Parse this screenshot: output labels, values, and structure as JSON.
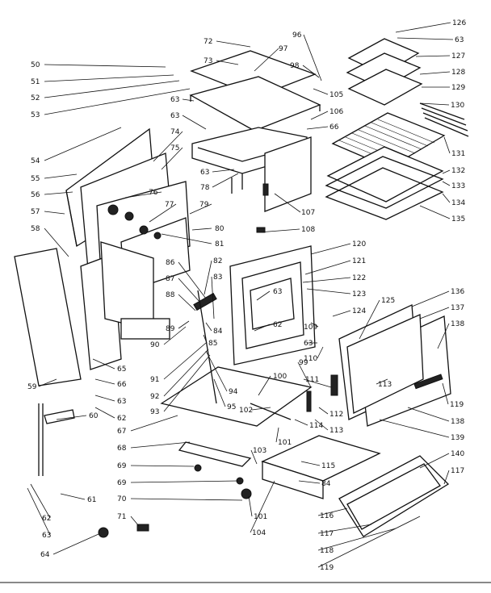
{
  "callouts": [
    {
      "id": "c50",
      "label": "50"
    },
    {
      "id": "c51",
      "label": "51"
    },
    {
      "id": "c52",
      "label": "52"
    },
    {
      "id": "c53",
      "label": "53"
    },
    {
      "id": "c54",
      "label": "54"
    },
    {
      "id": "c55",
      "label": "55"
    },
    {
      "id": "c56",
      "label": "56"
    },
    {
      "id": "c57",
      "label": "57"
    },
    {
      "id": "c58",
      "label": "58"
    },
    {
      "id": "c59",
      "label": "59"
    },
    {
      "id": "c60",
      "label": "60"
    },
    {
      "id": "c61",
      "label": "61"
    },
    {
      "id": "c62a",
      "label": "62"
    },
    {
      "id": "c63a",
      "label": "63"
    },
    {
      "id": "c64",
      "label": "64"
    },
    {
      "id": "c62b",
      "label": "62"
    },
    {
      "id": "c63b",
      "label": "63"
    },
    {
      "id": "c65",
      "label": "65"
    },
    {
      "id": "c66a",
      "label": "66"
    },
    {
      "id": "c67",
      "label": "67"
    },
    {
      "id": "c68",
      "label": "68"
    },
    {
      "id": "c69a",
      "label": "69"
    },
    {
      "id": "c69b",
      "label": "69"
    },
    {
      "id": "c70",
      "label": "70"
    },
    {
      "id": "c71",
      "label": "71"
    },
    {
      "id": "c72",
      "label": "72"
    },
    {
      "id": "c73",
      "label": "73"
    },
    {
      "id": "c97",
      "label": "97"
    },
    {
      "id": "c96",
      "label": "96"
    },
    {
      "id": "c98",
      "label": "98"
    },
    {
      "id": "c63c",
      "label": "63"
    },
    {
      "id": "c63d",
      "label": "63"
    },
    {
      "id": "c74",
      "label": "74"
    },
    {
      "id": "c75",
      "label": "75"
    },
    {
      "id": "c76",
      "label": "76"
    },
    {
      "id": "c77",
      "label": "77"
    },
    {
      "id": "c78",
      "label": "78"
    },
    {
      "id": "c63e",
      "label": "63"
    },
    {
      "id": "c79",
      "label": "79"
    },
    {
      "id": "c80",
      "label": "80"
    },
    {
      "id": "c81",
      "label": "81"
    },
    {
      "id": "c105",
      "label": "105"
    },
    {
      "id": "c106",
      "label": "106"
    },
    {
      "id": "c66b",
      "label": "66"
    },
    {
      "id": "c107",
      "label": "107"
    },
    {
      "id": "c108",
      "label": "108"
    },
    {
      "id": "c86",
      "label": "86"
    },
    {
      "id": "c82",
      "label": "82"
    },
    {
      "id": "c87",
      "label": "87"
    },
    {
      "id": "c83",
      "label": "83"
    },
    {
      "id": "c88",
      "label": "88"
    },
    {
      "id": "c89",
      "label": "89"
    },
    {
      "id": "c90",
      "label": "90"
    },
    {
      "id": "c91",
      "label": "91"
    },
    {
      "id": "c92",
      "label": "92"
    },
    {
      "id": "c93",
      "label": "93"
    },
    {
      "id": "c84a",
      "label": "84"
    },
    {
      "id": "c85",
      "label": "85"
    },
    {
      "id": "c94",
      "label": "94"
    },
    {
      "id": "c95",
      "label": "95"
    },
    {
      "id": "c120",
      "label": "120"
    },
    {
      "id": "c121",
      "label": "121"
    },
    {
      "id": "c122",
      "label": "122"
    },
    {
      "id": "c123",
      "label": "123"
    },
    {
      "id": "c63f",
      "label": "63"
    },
    {
      "id": "c62c",
      "label": "62"
    },
    {
      "id": "c124",
      "label": "124"
    },
    {
      "id": "c125",
      "label": "125"
    },
    {
      "id": "c109",
      "label": "109"
    },
    {
      "id": "c63g",
      "label": "63"
    },
    {
      "id": "c110",
      "label": "110"
    },
    {
      "id": "c99",
      "label": "99"
    },
    {
      "id": "c100",
      "label": "100"
    },
    {
      "id": "c111",
      "label": "111"
    },
    {
      "id": "c112",
      "label": "112"
    },
    {
      "id": "c113a",
      "label": "113"
    },
    {
      "id": "c114",
      "label": "114"
    },
    {
      "id": "c102",
      "label": "102"
    },
    {
      "id": "c101a",
      "label": "101"
    },
    {
      "id": "c103",
      "label": "103"
    },
    {
      "id": "c115",
      "label": "115"
    },
    {
      "id": "c84b",
      "label": "84"
    },
    {
      "id": "c101b",
      "label": "101"
    },
    {
      "id": "c104",
      "label": "104"
    },
    {
      "id": "c126",
      "label": "126"
    },
    {
      "id": "c63h",
      "label": "63"
    },
    {
      "id": "c127",
      "label": "127"
    },
    {
      "id": "c128",
      "label": "128"
    },
    {
      "id": "c129",
      "label": "129"
    },
    {
      "id": "c130",
      "label": "130"
    },
    {
      "id": "c131",
      "label": "131"
    },
    {
      "id": "c132",
      "label": "132"
    },
    {
      "id": "c133",
      "label": "133"
    },
    {
      "id": "c134",
      "label": "134"
    },
    {
      "id": "c135",
      "label": "135"
    },
    {
      "id": "c136",
      "label": "136"
    },
    {
      "id": "c137",
      "label": "137"
    },
    {
      "id": "c138a",
      "label": "138"
    },
    {
      "id": "c113b",
      "label": "113"
    },
    {
      "id": "c119a",
      "label": "119"
    },
    {
      "id": "c138b",
      "label": "138"
    },
    {
      "id": "c139",
      "label": "139"
    },
    {
      "id": "c140",
      "label": "140"
    },
    {
      "id": "c117a",
      "label": "117"
    },
    {
      "id": "c116",
      "label": "116"
    },
    {
      "id": "c117b",
      "label": "117"
    },
    {
      "id": "c118",
      "label": "118"
    },
    {
      "id": "c119b",
      "label": "119"
    }
  ]
}
